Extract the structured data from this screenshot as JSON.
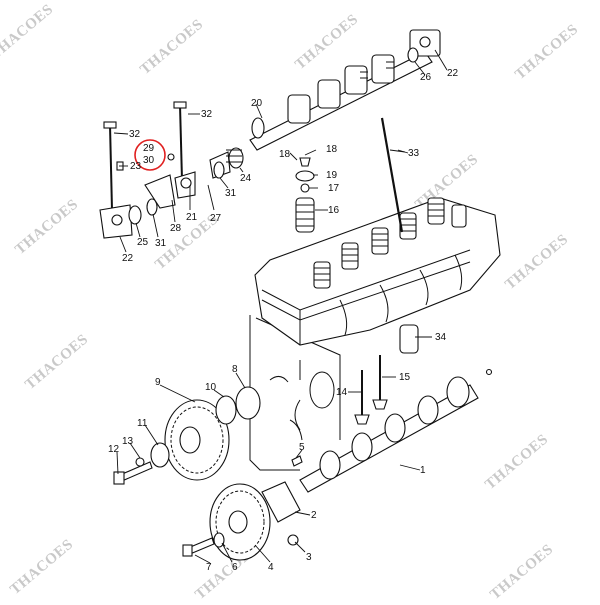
{
  "diagram": {
    "watermark_text": "THACOES",
    "highlight_color": "#e02020",
    "callouts": [
      {
        "id": "c1",
        "text": "1"
      },
      {
        "id": "c2",
        "text": "2"
      },
      {
        "id": "c3",
        "text": "3"
      },
      {
        "id": "c4",
        "text": "4"
      },
      {
        "id": "c5",
        "text": "5"
      },
      {
        "id": "c6",
        "text": "6"
      },
      {
        "id": "c7",
        "text": "7"
      },
      {
        "id": "c8",
        "text": "8"
      },
      {
        "id": "c9",
        "text": "9"
      },
      {
        "id": "c10",
        "text": "10"
      },
      {
        "id": "c11",
        "text": "11"
      },
      {
        "id": "c12",
        "text": "12"
      },
      {
        "id": "c13",
        "text": "13"
      },
      {
        "id": "c14",
        "text": "14"
      },
      {
        "id": "c15",
        "text": "15"
      },
      {
        "id": "c16",
        "text": "16"
      },
      {
        "id": "c17",
        "text": "17"
      },
      {
        "id": "c18a",
        "text": "18"
      },
      {
        "id": "c18b",
        "text": "18"
      },
      {
        "id": "c19",
        "text": "19"
      },
      {
        "id": "c20",
        "text": "20"
      },
      {
        "id": "c21",
        "text": "21"
      },
      {
        "id": "c22a",
        "text": "22"
      },
      {
        "id": "c22b",
        "text": "22"
      },
      {
        "id": "c23",
        "text": "23"
      },
      {
        "id": "c24",
        "text": "24"
      },
      {
        "id": "c25",
        "text": "25"
      },
      {
        "id": "c26",
        "text": "26"
      },
      {
        "id": "c27",
        "text": "27"
      },
      {
        "id": "c28",
        "text": "28"
      },
      {
        "id": "c29",
        "text": "29"
      },
      {
        "id": "c30",
        "text": "30"
      },
      {
        "id": "c31a",
        "text": "31"
      },
      {
        "id": "c31b",
        "text": "31"
      },
      {
        "id": "c32a",
        "text": "32"
      },
      {
        "id": "c32b",
        "text": "32"
      },
      {
        "id": "c33",
        "text": "33"
      },
      {
        "id": "c34",
        "text": "34"
      }
    ]
  }
}
